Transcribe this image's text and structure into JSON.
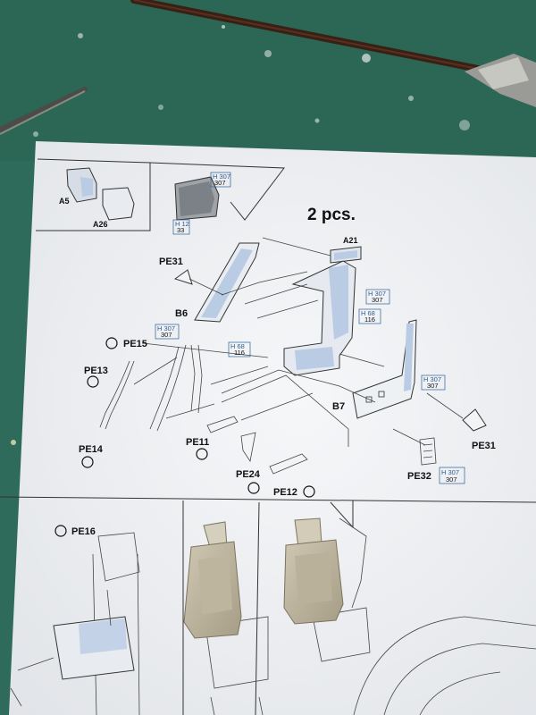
{
  "instruction_sheet": {
    "quantity_note": "2 pcs.",
    "part_labels": [
      "A5",
      "A26",
      "A21",
      "PE31",
      "B6",
      "PE15",
      "PE13",
      "PE14",
      "PE11",
      "PE24",
      "PE12",
      "B7",
      "PE31",
      "PE32",
      "PE16"
    ],
    "color_refs": [
      {
        "code": "H 307",
        "num": "307"
      },
      {
        "code": "H 12",
        "num": "33"
      },
      {
        "code": "H 307",
        "num": "307"
      },
      {
        "code": "H 68",
        "num": "116"
      },
      {
        "code": "H 307",
        "num": "307"
      },
      {
        "code": "H 68",
        "num": "116"
      },
      {
        "code": "H 307",
        "num": "307"
      },
      {
        "code": "H 307",
        "num": "307"
      }
    ]
  },
  "colors": {
    "workbench_mat": "#2f6b5a",
    "paper": "#f1f2f4",
    "highlight": "#b9cce4",
    "color_ref_blue": "#2e5f95"
  }
}
